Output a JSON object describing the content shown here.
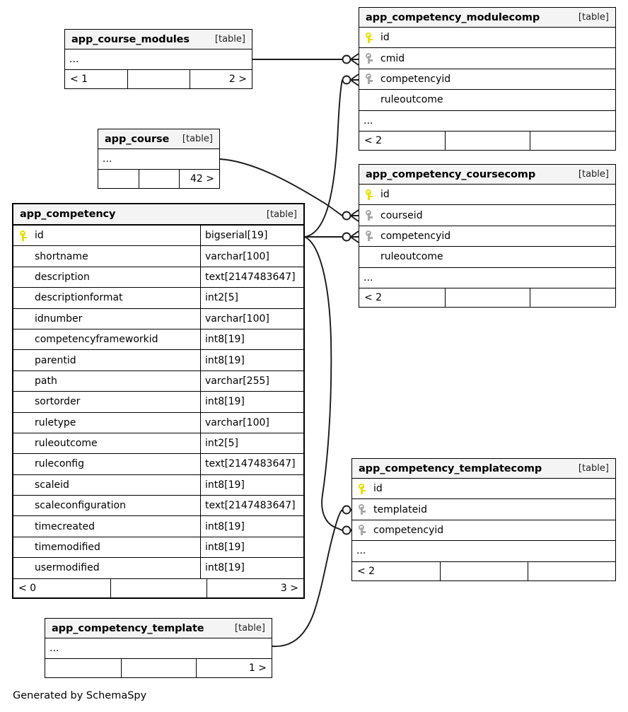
{
  "diagram": {
    "credit": "Generated by SchemaSpy",
    "table_tag": "[table]",
    "ellipsis": "...",
    "edge_color": "#1a1a1a"
  },
  "tables": {
    "course_modules": {
      "name": "app_course_modules",
      "tag": "[table]",
      "ellipsis": "...",
      "footer": {
        "left": "< 1",
        "mid": "",
        "right": "2 >"
      }
    },
    "course": {
      "name": "app_course",
      "tag": "[table]",
      "ellipsis": "...",
      "footer": {
        "left": "",
        "mid": "",
        "right": "42 >"
      }
    },
    "competency": {
      "name": "app_competency",
      "tag": "[table]",
      "columns": [
        {
          "key": "pk",
          "name": "id",
          "type": "bigserial[19]"
        },
        {
          "key": "",
          "name": "shortname",
          "type": "varchar[100]"
        },
        {
          "key": "",
          "name": "description",
          "type": "text[2147483647]"
        },
        {
          "key": "",
          "name": "descriptionformat",
          "type": "int2[5]"
        },
        {
          "key": "",
          "name": "idnumber",
          "type": "varchar[100]"
        },
        {
          "key": "",
          "name": "competencyframeworkid",
          "type": "int8[19]"
        },
        {
          "key": "",
          "name": "parentid",
          "type": "int8[19]"
        },
        {
          "key": "",
          "name": "path",
          "type": "varchar[255]"
        },
        {
          "key": "",
          "name": "sortorder",
          "type": "int8[19]"
        },
        {
          "key": "",
          "name": "ruletype",
          "type": "varchar[100]"
        },
        {
          "key": "",
          "name": "ruleoutcome",
          "type": "int2[5]"
        },
        {
          "key": "",
          "name": "ruleconfig",
          "type": "text[2147483647]"
        },
        {
          "key": "",
          "name": "scaleid",
          "type": "int8[19]"
        },
        {
          "key": "",
          "name": "scaleconfiguration",
          "type": "text[2147483647]"
        },
        {
          "key": "",
          "name": "timecreated",
          "type": "int8[19]"
        },
        {
          "key": "",
          "name": "timemodified",
          "type": "int8[19]"
        },
        {
          "key": "",
          "name": "usermodified",
          "type": "int8[19]"
        }
      ],
      "footer": {
        "left": "< 0",
        "mid": "",
        "right": "3 >"
      }
    },
    "modulecomp": {
      "name": "app_competency_modulecomp",
      "tag": "[table]",
      "ellipsis": "...",
      "columns": [
        {
          "key": "pk",
          "name": "id"
        },
        {
          "key": "fk",
          "name": "cmid"
        },
        {
          "key": "fk",
          "name": "competencyid"
        },
        {
          "key": "",
          "name": "ruleoutcome"
        }
      ],
      "footer": {
        "left": "< 2",
        "mid": "",
        "right": ""
      }
    },
    "coursecomp": {
      "name": "app_competency_coursecomp",
      "tag": "[table]",
      "ellipsis": "...",
      "columns": [
        {
          "key": "pk",
          "name": "id"
        },
        {
          "key": "fk",
          "name": "courseid"
        },
        {
          "key": "fk",
          "name": "competencyid"
        },
        {
          "key": "",
          "name": "ruleoutcome"
        }
      ],
      "footer": {
        "left": "< 2",
        "mid": "",
        "right": ""
      }
    },
    "templatecomp": {
      "name": "app_competency_templatecomp",
      "tag": "[table]",
      "ellipsis": "...",
      "columns": [
        {
          "key": "pk",
          "name": "id"
        },
        {
          "key": "fk",
          "name": "templateid"
        },
        {
          "key": "fk",
          "name": "competencyid"
        }
      ],
      "footer": {
        "left": "< 2",
        "mid": "",
        "right": ""
      }
    },
    "template": {
      "name": "app_competency_template",
      "tag": "[table]",
      "ellipsis": "...",
      "footer": {
        "left": "",
        "mid": "",
        "right": "1 >"
      }
    }
  },
  "relationships": [
    {
      "from": "app_course_modules",
      "to": "app_competency_modulecomp.cmid",
      "cardinality": "zero-or-many"
    },
    {
      "from": "app_competency.id",
      "to": "app_competency_modulecomp.competencyid",
      "cardinality": "zero-or-many"
    },
    {
      "from": "app_course",
      "to": "app_competency_coursecomp.courseid",
      "cardinality": "zero-or-many"
    },
    {
      "from": "app_competency.id",
      "to": "app_competency_coursecomp.competencyid",
      "cardinality": "zero-or-many"
    },
    {
      "from": "app_competency_template",
      "to": "app_competency_templatecomp.templateid",
      "cardinality": "zero-or-many"
    },
    {
      "from": "app_competency.id",
      "to": "app_competency_templatecomp.competencyid",
      "cardinality": "zero-or-many"
    }
  ]
}
